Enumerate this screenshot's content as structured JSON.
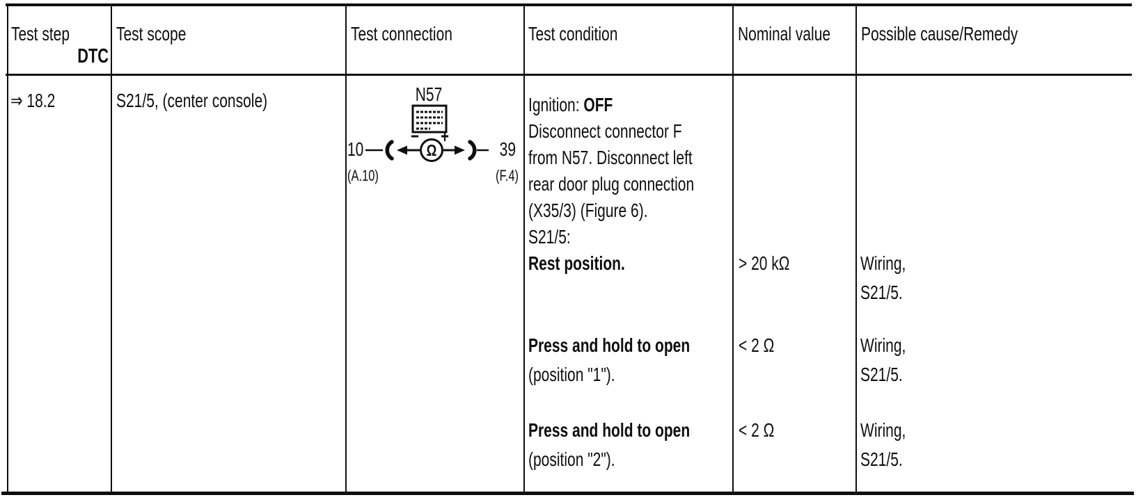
{
  "header": {
    "test_step": "Test step",
    "dtc": "DTC",
    "test_scope": "Test scope",
    "test_connection": "Test connection",
    "test_condition": "Test condition",
    "nominal_value": "Nominal value",
    "possible_cause": "Possible cause/Remedy"
  },
  "row": {
    "step": "⇒ 18.2",
    "scope": "S21/5, (center console)",
    "connection": {
      "component": "N57",
      "left_pin": "10",
      "right_pin": "39",
      "left_ref": "(A.10)",
      "right_ref": "(F.4)",
      "meter": "Ω",
      "minus": "−",
      "plus": "+"
    },
    "condition": {
      "intro_prefix": "Ignition: ",
      "intro_bold": "OFF",
      "lines": [
        "Disconnect connector F",
        "from N57.  Disconnect left",
        "rear door plug connection",
        "(X35/3) (Figure 6).",
        "S21/5:"
      ]
    },
    "checks": [
      {
        "condition_bold": "Rest position.",
        "condition_note": "",
        "nominal": "> 20 kΩ",
        "remedy": [
          "Wiring,",
          "S21/5."
        ]
      },
      {
        "condition_bold": "Press and hold to open",
        "condition_note": "(position \"1\").",
        "nominal": "< 2 Ω",
        "remedy": [
          "Wiring,",
          "S21/5."
        ]
      },
      {
        "condition_bold": "Press and hold to open",
        "condition_note": "(position \"2\").",
        "nominal": "< 2 Ω",
        "remedy": [
          "Wiring,",
          "S21/5."
        ]
      }
    ]
  }
}
